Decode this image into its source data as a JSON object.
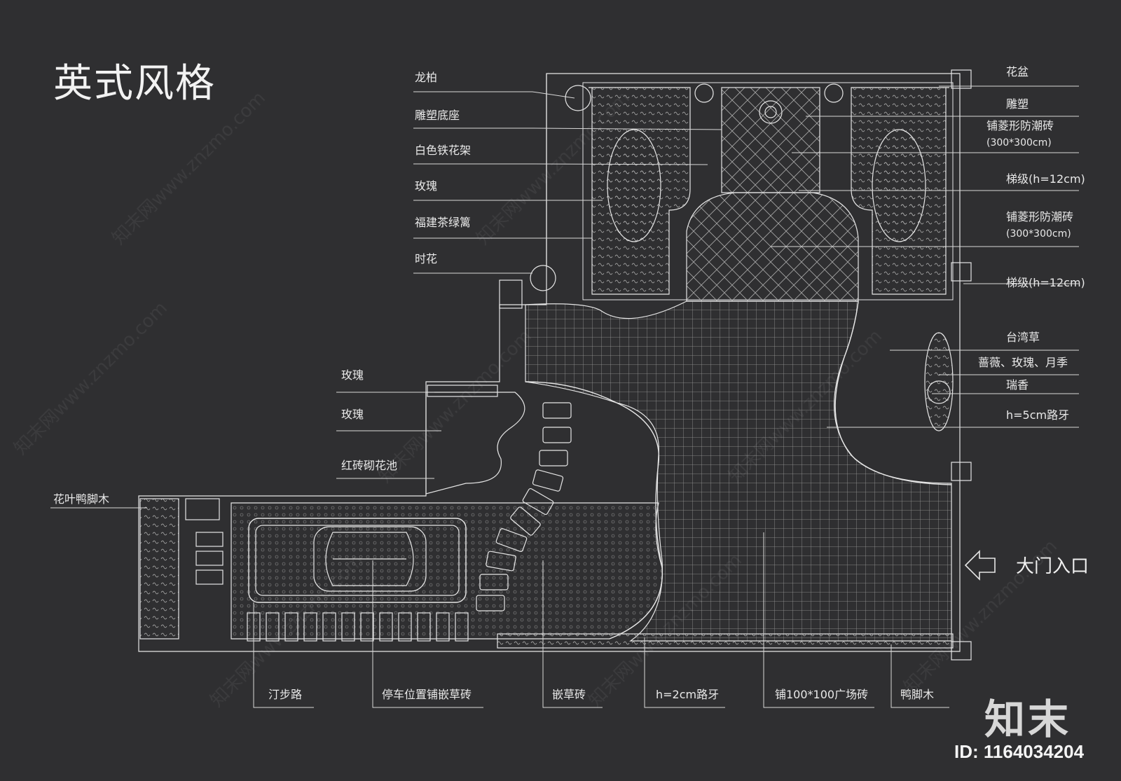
{
  "title": "英式风格",
  "labels_left": {
    "l1": "龙柏",
    "l2": "雕塑底座",
    "l3": "白色铁花架",
    "l4": "玫瑰",
    "l5": "福建茶绿篱",
    "l6": "时花",
    "l7": "玫瑰",
    "l8": "玫瑰",
    "l9": "红砖砌花池",
    "l10": "花叶鸭脚木"
  },
  "labels_right": {
    "r1": "花盆",
    "r2": "雕塑",
    "r3a": "铺菱形防潮砖",
    "r3b": "(300*300cm)",
    "r4": "梯级(h=12cm)",
    "r5a": "铺菱形防潮砖",
    "r5b": "(300*300cm)",
    "r6": "梯级(h=12cm)",
    "r7": "台湾草",
    "r8": "蔷薇、玫瑰、月季",
    "r9": "瑞香",
    "r10": "h=5cm路牙"
  },
  "labels_bottom": {
    "b1": "汀步路",
    "b2": "停车位置铺嵌草砖",
    "b3": "嵌草砖",
    "b4": "h=2cm路牙",
    "b5": "铺100*100广场砖",
    "b6": "鸭脚木"
  },
  "entrance": "大门入口",
  "brand": "知末",
  "image_id": "ID: 1164034204",
  "watermark": "知末网www.znzmo.com",
  "colors": {
    "background": "#2f2f31",
    "lines": "#e6e6e6"
  }
}
